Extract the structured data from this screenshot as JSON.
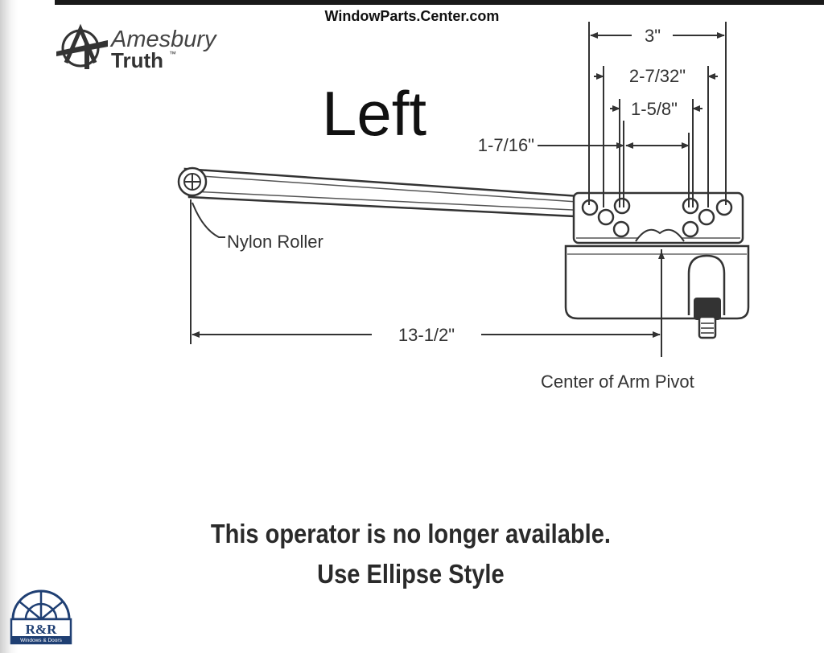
{
  "header": {
    "site": "WindowParts.Center.com"
  },
  "brand": {
    "line1": "Amesbury",
    "line2": "Truth",
    "tm": "™"
  },
  "diagram": {
    "heading": "Left",
    "dims": {
      "overall_width": "3\"",
      "second_width": "2-7/32\"",
      "inner_width": "1-5/8\"",
      "hole_spacing": "1-7/16\"",
      "arm_length": "13-1/2\""
    },
    "labels": {
      "roller": "Nylon Roller",
      "pivot": "Center of Arm Pivot"
    }
  },
  "notice": {
    "line1": "This operator is no longer available.",
    "line2": "Use Ellipse Style"
  },
  "footer_logo": {
    "name": "R&R",
    "tagline": "Windows & Doors"
  },
  "colors": {
    "line": "#333333",
    "dark": "#1a1a1a",
    "logo_blue": "#1f3f73"
  }
}
